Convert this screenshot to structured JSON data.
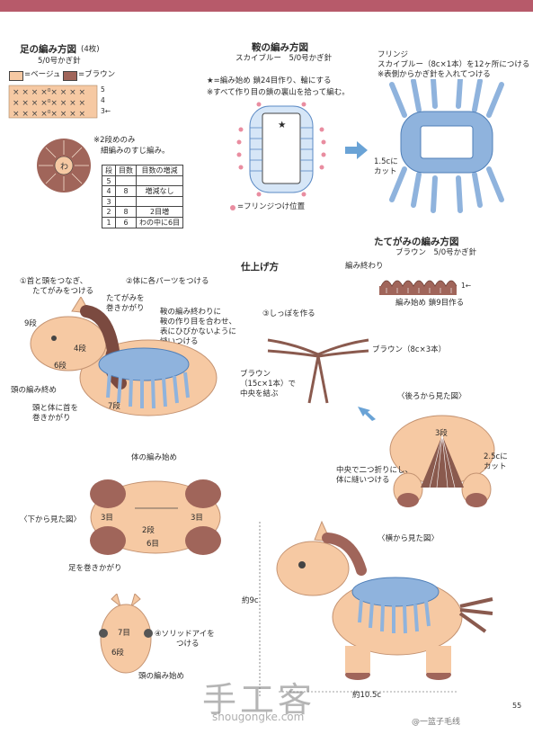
{
  "colors": {
    "beige": "#f6c9a3",
    "brown": "#a0655a",
    "blue": "#8fb3dd",
    "pink": "#e98da0",
    "band": "#b75a6a"
  },
  "foot": {
    "title": "足の編み方図",
    "count": "(4枚)",
    "hook": "5/0号かぎ針",
    "legend_beige": "=ベージュ",
    "legend_brown": "=ブラウン",
    "row_numbers": [
      "5",
      "4",
      "3←"
    ],
    "note1": "※2段めのみ",
    "note2": "細編みのすじ編み。",
    "table": {
      "headers": [
        "段",
        "目数",
        "目数の増減"
      ],
      "rows": [
        [
          "5",
          "",
          ""
        ],
        [
          "4",
          "8",
          "増減なし"
        ],
        [
          "3",
          "",
          ""
        ],
        [
          "2",
          "8",
          "2目増"
        ],
        [
          "1",
          "6",
          "わの中に6目"
        ]
      ]
    }
  },
  "saddle": {
    "title": "鞍の編み方図",
    "subtitle": "スカイブルー　5/0号かぎ針",
    "note1": "★=編み始め 鎖24目作り、輪にする",
    "note2": "※すべて作り目の鎖の裏山を拾って編む。",
    "star": "★",
    "fringe_pos": "=フリンジつけ位置"
  },
  "fringe": {
    "label": "フリンジ",
    "desc1": "スカイブルー（8c×1本）を12ヶ所につける",
    "desc2": "※表側からかぎ針を入れてつける",
    "cut1": "1.5cに",
    "cut2": "カット"
  },
  "mane": {
    "title": "たてがみの編み方図",
    "hook": "ブラウン　5/0号かぎ針",
    "end": "編み終わり",
    "arrow": "1←",
    "start": "編み始め 鎖9目作る"
  },
  "finish": {
    "title": "仕上げ方",
    "step1_1": "①首と頭をつなぎ、",
    "step1_2": "たてがみをつける",
    "step2": "②体に各パーツをつける",
    "mane_wrap1": "たてがみを",
    "mane_wrap2": "巻きかがり",
    "saddle_note": [
      "鞍の編み終わりに",
      "鞍の作り目を合わせ、",
      "表にひびかないように",
      "縫いつける"
    ],
    "row9": "9段",
    "row4": "4段",
    "row6": "6段",
    "head_start": "頭の編み終め",
    "head_body1": "頭と体に首を",
    "head_body2": "巻きかがり",
    "row7": "7段",
    "body_start": "体の編み始め",
    "step3": "③しっぽを作る",
    "brown_8": "ブラウン（8c×3本）",
    "brown_15_1": "ブラウン",
    "brown_15_2": "（15c×1本）で",
    "brown_15_3": "中央を結ぶ",
    "bottom_view": "〈下から見た図〉",
    "b3l": "3目",
    "b3r": "3目",
    "b2": "2段",
    "b6": "6目",
    "leg_wrap": "足を巻きかがり",
    "back_view": "〈後ろから見た図〉",
    "r3": "3段",
    "cut25_1": "2.5cに",
    "cut25_2": "カット",
    "fold1": "中央で二つ折りにし、",
    "fold2": "体に縫いつける",
    "side_view": "〈横から見た図〉",
    "height": "約9c",
    "width": "約10.5c",
    "f7": "7目",
    "f6": "6段",
    "eye1": "④ソリッドアイを",
    "eye2": "つける",
    "head_start2": "頭の編み始め"
  },
  "watermark": "手工客",
  "watermark_url": "shougongke.com",
  "credit": "@一篮子毛线",
  "page": "55"
}
